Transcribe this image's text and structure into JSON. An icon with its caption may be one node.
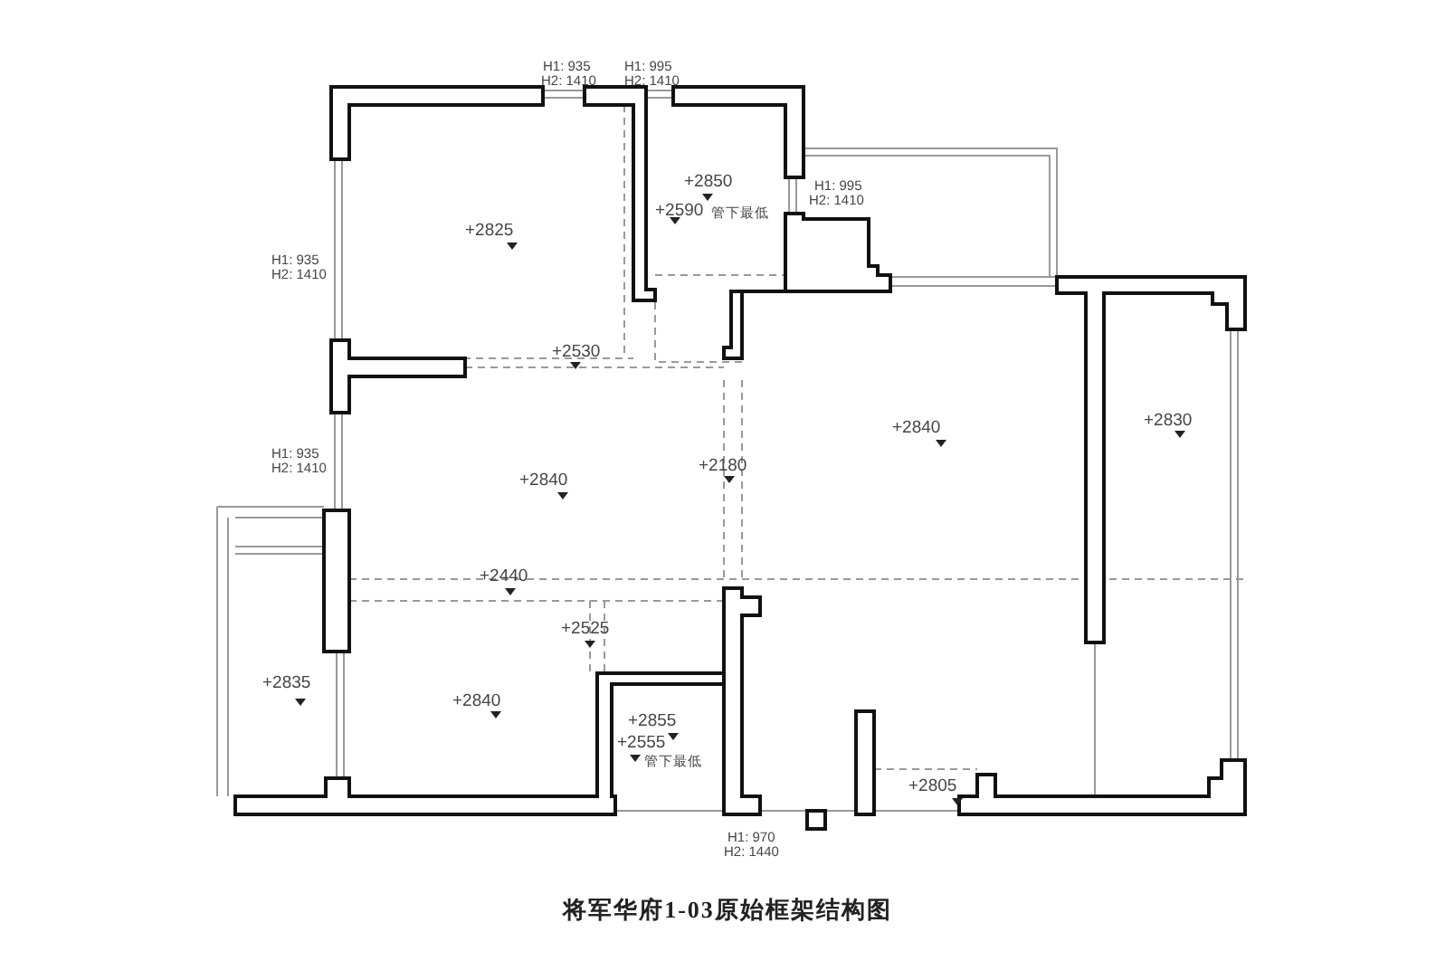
{
  "diagram": {
    "caption": "将军华府1-03原始框架结构图",
    "labels": [
      "H1: 935",
      "H2: 1410",
      "H1: 995",
      "H2: 1410",
      "+2850",
      "+2590",
      "管下最低",
      "H1: 995",
      "H2: 1410",
      "+2825",
      "H1: 935",
      "H2: 1410",
      "+2530",
      "+2840",
      "+2830",
      "H1: 935",
      "H2: 1410",
      "+2840",
      "+2180",
      "+2440",
      "+2525",
      "+2835",
      "+2840",
      "+2855",
      "+2555",
      "管下最低",
      "+2805",
      "H1: 970",
      "H2: 1440"
    ]
  }
}
